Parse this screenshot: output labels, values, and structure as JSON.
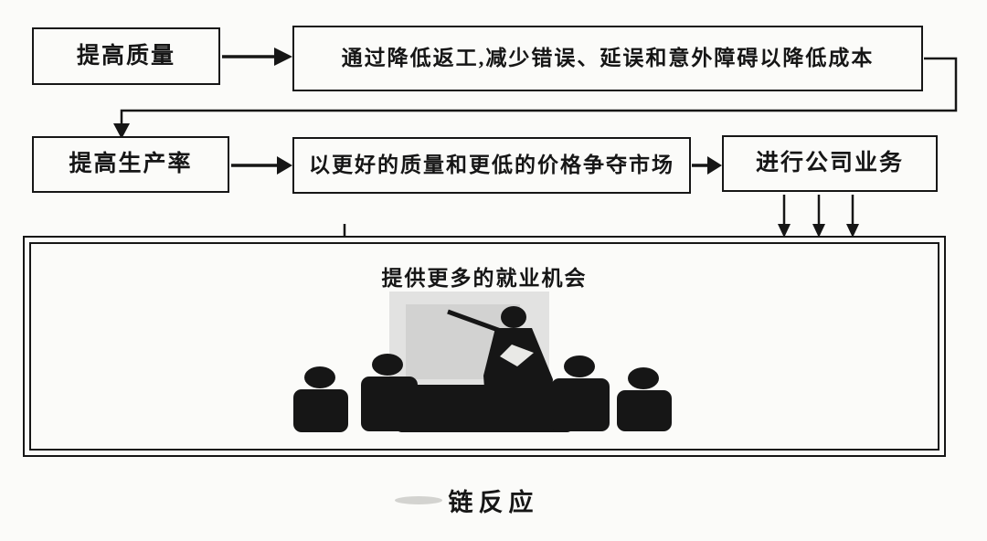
{
  "diagram": {
    "boxes": {
      "improve_quality": "提高质量",
      "reduce_costs": "通过降低返工,减少错误、延误和意外障碍以降低成本",
      "improve_productivity": "提高生产率",
      "capture_market": "以更好的质量和更低的价格争夺市场",
      "stay_in_business": "进行公司业务",
      "more_jobs": "提供更多的就业机会"
    },
    "caption": "链反应",
    "colors": {
      "ink": "#161616",
      "background": "#fbfbf9",
      "board_gray": "#c4c4c4"
    }
  }
}
